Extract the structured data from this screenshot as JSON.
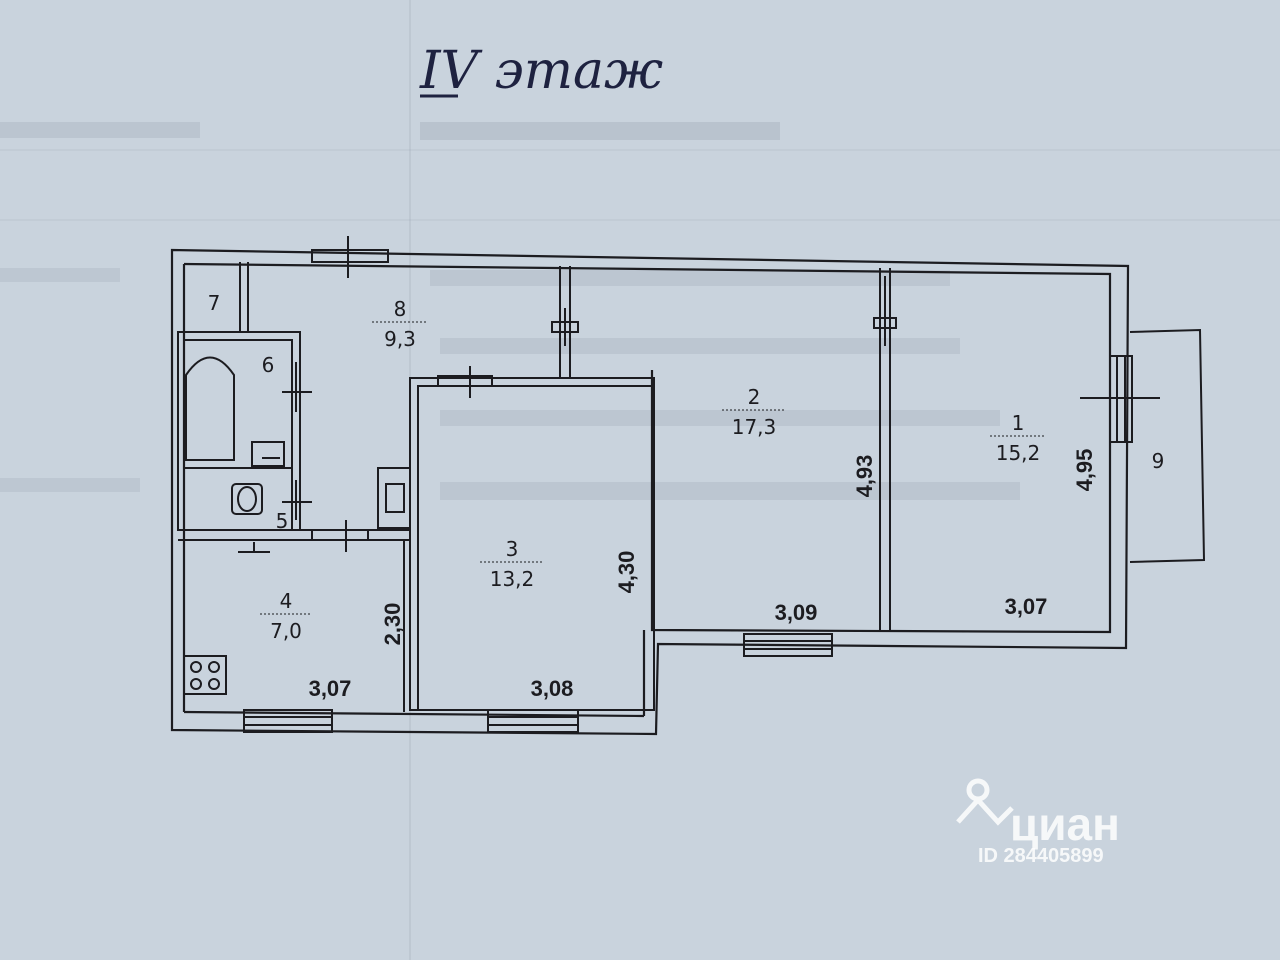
{
  "floor_title": "IV этаж",
  "rooms": [
    {
      "number": "1",
      "area": "15,2"
    },
    {
      "number": "2",
      "area": "17,3"
    },
    {
      "number": "3",
      "area": "13,2"
    },
    {
      "number": "4",
      "area": "7,0"
    },
    {
      "number": "5"
    },
    {
      "number": "6"
    },
    {
      "number": "7"
    },
    {
      "number": "8",
      "area": "9,3"
    },
    {
      "number": "9"
    }
  ],
  "dimensions": {
    "room1_width": "3,07",
    "room1_depth": "4,95",
    "room2_width": "3,09",
    "room2_depth": "4,93",
    "room3_width": "3,08",
    "room3_depth": "4,30",
    "room4_width": "3,07",
    "room4_depth": "2,30"
  },
  "watermark": {
    "brand": "циан",
    "listing_id": "ID 284405899"
  },
  "colors": {
    "paper": "#c9d3dd",
    "ink": "#1c1c20",
    "handwriting": "#1e2240"
  }
}
